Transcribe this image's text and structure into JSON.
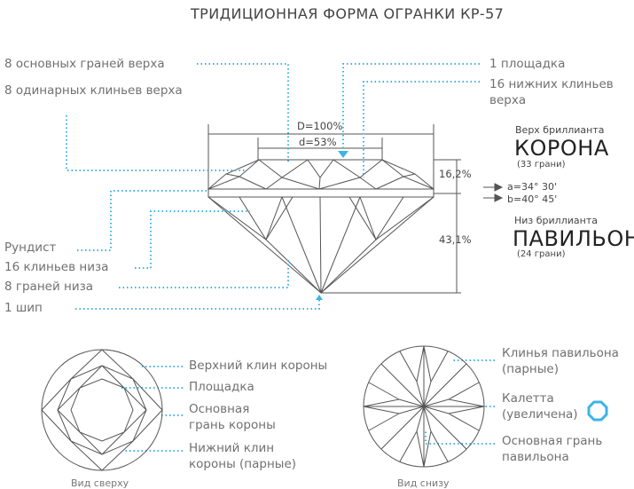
{
  "title": "ТРИДИЦИОННАЯ ФОРМА ОГРАНКИ КР-57",
  "left_labels": {
    "upper_main_facets": "8 основных граней верха",
    "upper_single_wedges": "8 одинарных клиньев верха",
    "girdle": "Рундист",
    "lower_wedges": "16 клиньев низа",
    "lower_facets": "8 граней низа",
    "culet": "1 шип"
  },
  "right_labels": {
    "table": "1 площадка",
    "lower_crown_wedges": "16 нижних клиньев верха"
  },
  "dimensions": {
    "diameter": "D=100%",
    "table_diameter": "d=53%",
    "crown_height": "16,2%",
    "pavilion_depth": "43,1%"
  },
  "angles": {
    "crown_angle": "a=34° 30'",
    "pavilion_angle": "b=40° 45'"
  },
  "crown": {
    "caption": "Верх бриллианта",
    "name": "КОРОНА",
    "facets": "(33 грани)"
  },
  "pavilion": {
    "caption": "Низ бриллианта",
    "name": "ПАВИЛЬОН",
    "facets": "(24 грани)"
  },
  "top_view": {
    "caption": "Вид сверху",
    "labels": {
      "upper_crown_wedge": "Верхний клин короны",
      "table": "Площадка",
      "crown_main_facet": "Основная грань короны",
      "lower_crown_wedge": "Нижний клин короны (парные)"
    }
  },
  "bottom_view": {
    "caption": "Вид снизу",
    "labels": {
      "pavilion_wedges": "Клинья павильона (парные)",
      "culet": "Калетта (увеличена)",
      "pavilion_main_facet": "Основная грань павильона"
    }
  },
  "colors": {
    "accent": "#3cb4e6",
    "line": "#555555",
    "text": "#6b6b6b"
  },
  "icons": [
    "arrow-right-icon",
    "octagon-culet-icon"
  ]
}
